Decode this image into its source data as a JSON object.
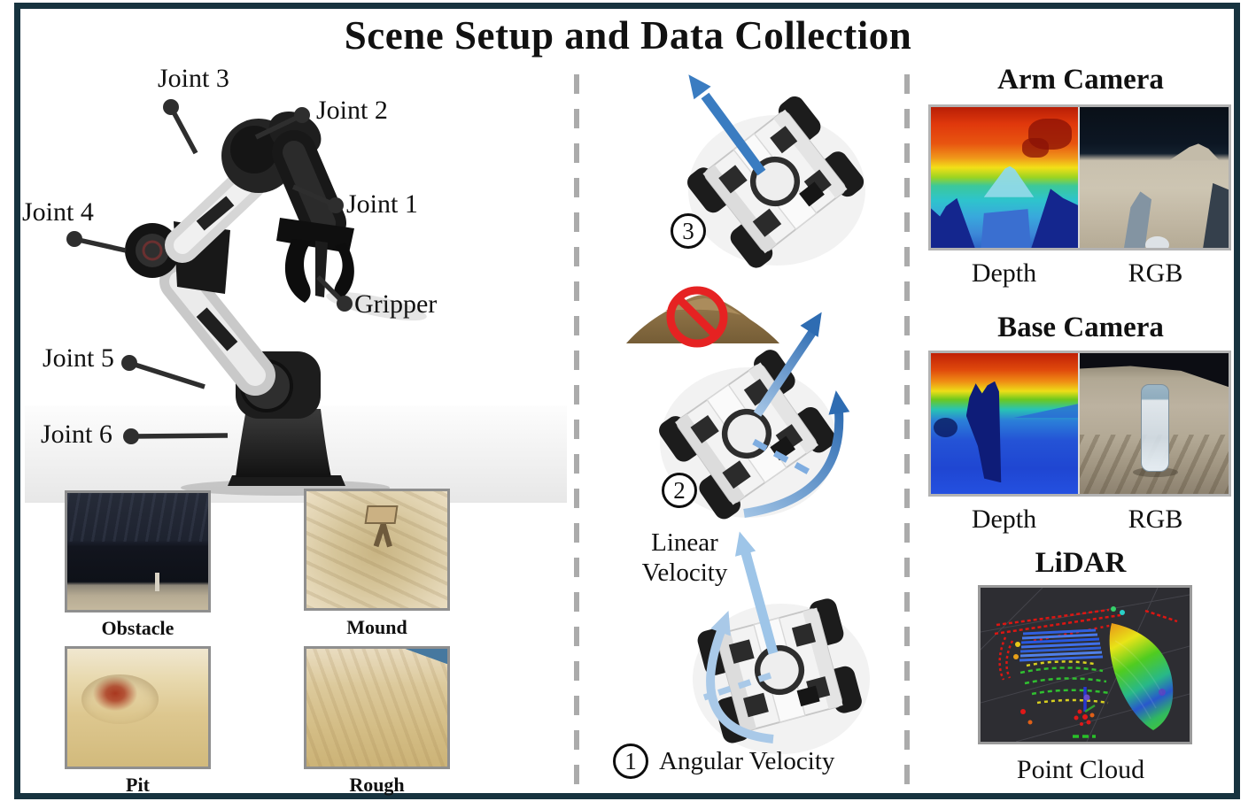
{
  "title": "Scene Setup and Data Collection",
  "arm_diagram": {
    "joint3": "Joint 3",
    "joint2": "Joint 2",
    "joint4": "Joint 4",
    "joint1": "Joint 1",
    "gripper": "Gripper",
    "joint5": "Joint 5",
    "joint6": "Joint 6"
  },
  "terrains": {
    "obstacle": "Obstacle",
    "mound": "Mound",
    "pit": "Pit",
    "rough": "Rough"
  },
  "motion": {
    "step3": "3",
    "step2": "2",
    "step1": "1",
    "linear_velocity": "Linear Velocity",
    "angular_velocity": "Angular Velocity"
  },
  "sensors": {
    "arm_camera": {
      "title": "Arm Camera",
      "depth": "Depth",
      "rgb": "RGB"
    },
    "base_camera": {
      "title": "Base Camera",
      "depth": "Depth",
      "rgb": "RGB"
    },
    "lidar": {
      "title": "LiDAR",
      "caption": "Point Cloud"
    }
  },
  "colors": {
    "frame_border": "#17333f",
    "divider_gray": "#ababab",
    "arrow_blue": "#3a7cc1",
    "arrow_light_blue": "#a9c9e8",
    "prohibition_red": "#e62222",
    "depth_near": "#2f66c8",
    "depth_far": "#b81e06"
  }
}
